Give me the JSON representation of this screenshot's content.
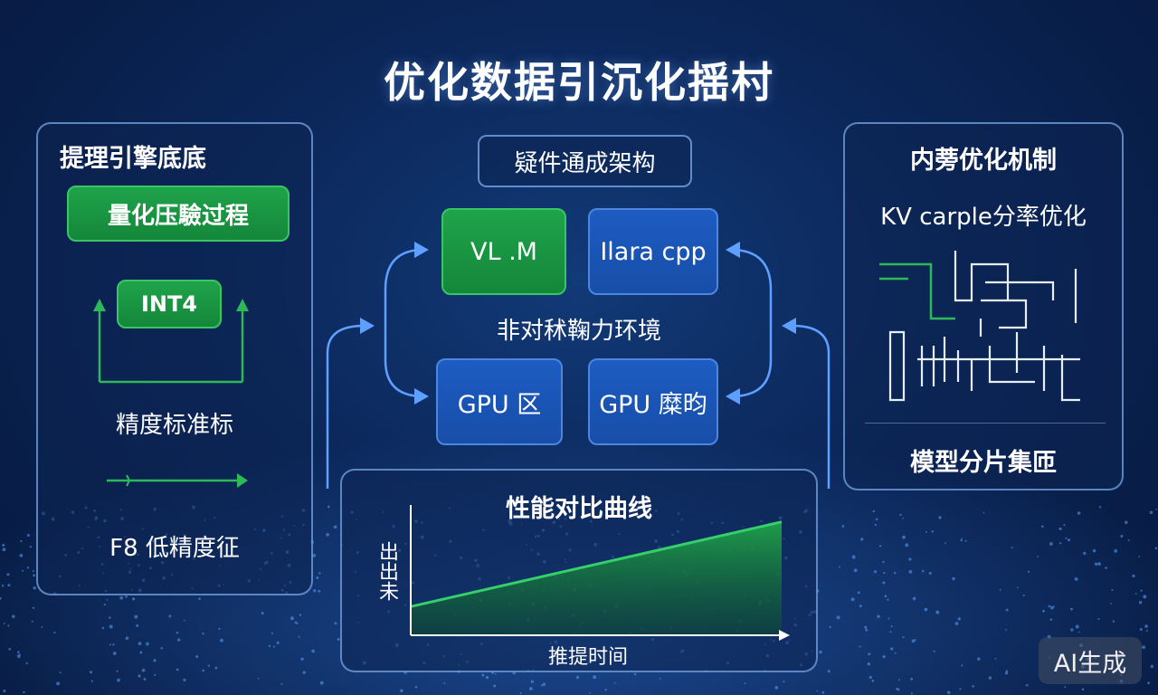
{
  "title": "优化数据引沉化揺村",
  "left_panel": {
    "heading": "提理引擎底底",
    "quant_box": "量化压驗过程",
    "int_box": "INT4",
    "precision_label": "精度标准标",
    "low_label": "F8 低精度征"
  },
  "center": {
    "arch_label": "疑件通成架构",
    "top_left_box": "VL .M",
    "top_right_box": "Ilara cрр",
    "middle_label": "非对秫鞠力环境",
    "bottom_left_box": "GPU 区",
    "bottom_right_box": "GPU 糜昀"
  },
  "right_panel": {
    "heading": "内蒡优化机制",
    "kv_label": "KV carple分率优化",
    "bottom_label": "模型分片集匝"
  },
  "perf_panel": {
    "heading": "性能对比曲线",
    "ylabel": "出出未",
    "xlabel": "推提时间"
  },
  "chart_data": {
    "type": "area",
    "title": "性能对比曲线",
    "xlabel": "推提时间",
    "ylabel": "出出未",
    "x": [
      0,
      1
    ],
    "values": [
      0.22,
      0.87
    ],
    "ylim": [
      0,
      1
    ],
    "grid": false
  },
  "watermark": "AI生成",
  "colors": {
    "accent_green": "#1fa34a",
    "accent_blue": "#1d5cc2",
    "panel_border": "#78a5e6",
    "background": "#0b2658"
  }
}
